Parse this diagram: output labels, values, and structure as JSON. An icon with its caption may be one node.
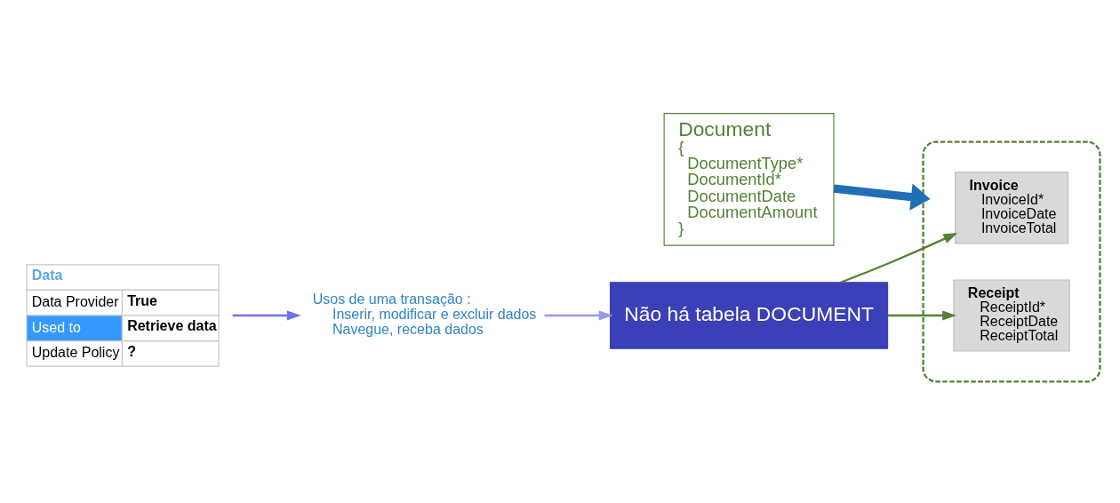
{
  "diagram": {
    "nodes": [
      {
        "text": [
          "Document",
          "{",
          "DocumentType*",
          "DocumentId*",
          "DocumentDate",
          "DocumentAmount",
          "}"
        ]
      },
      {
        "text": [],
        "shape": "ellipse"
      },
      {
        "text": [
          "Invoice",
          "InvoiceId*",
          "InvoiceDate",
          "InvoiceTotal"
        ],
        "in": 1
      },
      {
        "text": [
          "Receipt",
          "ReceiptId*",
          "ReceiptDate",
          "ReceiptTotal"
        ],
        "in": 1
      },
      {
        "text": [
          "Não há tabela DOCUMENT"
        ]
      },
      {
        "text": [
          "Data",
          "Data Provider",
          "True",
          "Used to",
          "Retrieve data",
          "Update Policy",
          "?"
        ]
      },
      {
        "text": [
          "Usos de uma transação :",
          "Inserir, modificar e excluir dados",
          "Navegue, receba dados"
        ]
      }
    ],
    "edges": [
      {
        "from": 0,
        "to": 1,
        "arrow": "to",
        "style": "thick",
        "color": "#1f6fb5"
      },
      {
        "from": 4,
        "to": 2,
        "arrow": "to"
      },
      {
        "from": 4,
        "to": 3,
        "arrow": "to"
      },
      {
        "from": 5,
        "to": 6,
        "arrow": "to",
        "color": "#7070f0"
      },
      {
        "from": 6,
        "to": 4,
        "arrow": "to",
        "color": "#9999ee"
      }
    ]
  }
}
